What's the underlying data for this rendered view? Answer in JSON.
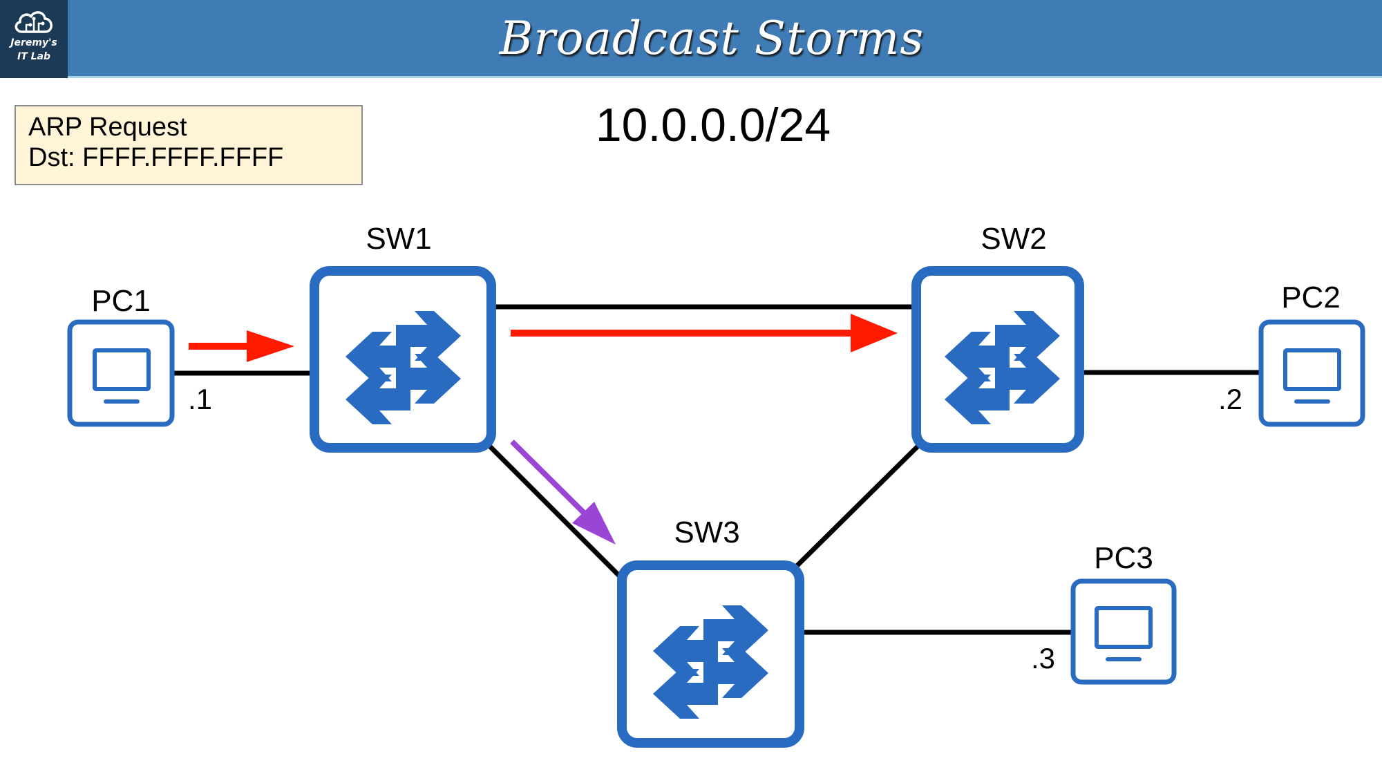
{
  "header": {
    "title": "Broadcast Storms",
    "logo": {
      "icon": "cloud-circuit-icon",
      "line1": "Jeremy's",
      "line2": "IT Lab"
    }
  },
  "colors": {
    "header_bg": "#3f7cb6",
    "logo_bg": "#1c3a55",
    "device_blue": "#2a6bc2",
    "frame_arrow_red": "#ff1a00",
    "frame_arrow_purple": "#9b45d6",
    "link": "#000000",
    "note_bg": "#fff4d7"
  },
  "note": {
    "line1": "ARP Request",
    "line2": "Dst: FFFF.FFFF.FFFF"
  },
  "subnet": "10.0.0.0/24",
  "devices": {
    "pc1": {
      "label": "PC1",
      "type": "pc",
      "icon": "computer-icon",
      "ip_suffix": ".1"
    },
    "pc2": {
      "label": "PC2",
      "type": "pc",
      "icon": "computer-icon",
      "ip_suffix": ".2"
    },
    "pc3": {
      "label": "PC3",
      "type": "pc",
      "icon": "computer-icon",
      "ip_suffix": ".3"
    },
    "sw1": {
      "label": "SW1",
      "type": "switch",
      "icon": "switch-arrows-icon"
    },
    "sw2": {
      "label": "SW2",
      "type": "switch",
      "icon": "switch-arrows-icon"
    },
    "sw3": {
      "label": "SW3",
      "type": "switch",
      "icon": "switch-arrows-icon"
    }
  },
  "links": [
    {
      "from": "PC1",
      "to": "SW1"
    },
    {
      "from": "SW1",
      "to": "SW2"
    },
    {
      "from": "SW1",
      "to": "SW3"
    },
    {
      "from": "SW2",
      "to": "SW3"
    },
    {
      "from": "SW2",
      "to": "PC2"
    },
    {
      "from": "SW3",
      "to": "PC3"
    }
  ],
  "frame_arrows": [
    {
      "from": "PC1",
      "to": "SW1",
      "color": "red"
    },
    {
      "from": "SW1",
      "to": "SW2",
      "color": "red"
    },
    {
      "from": "SW1",
      "to": "SW3",
      "color": "purple"
    }
  ]
}
